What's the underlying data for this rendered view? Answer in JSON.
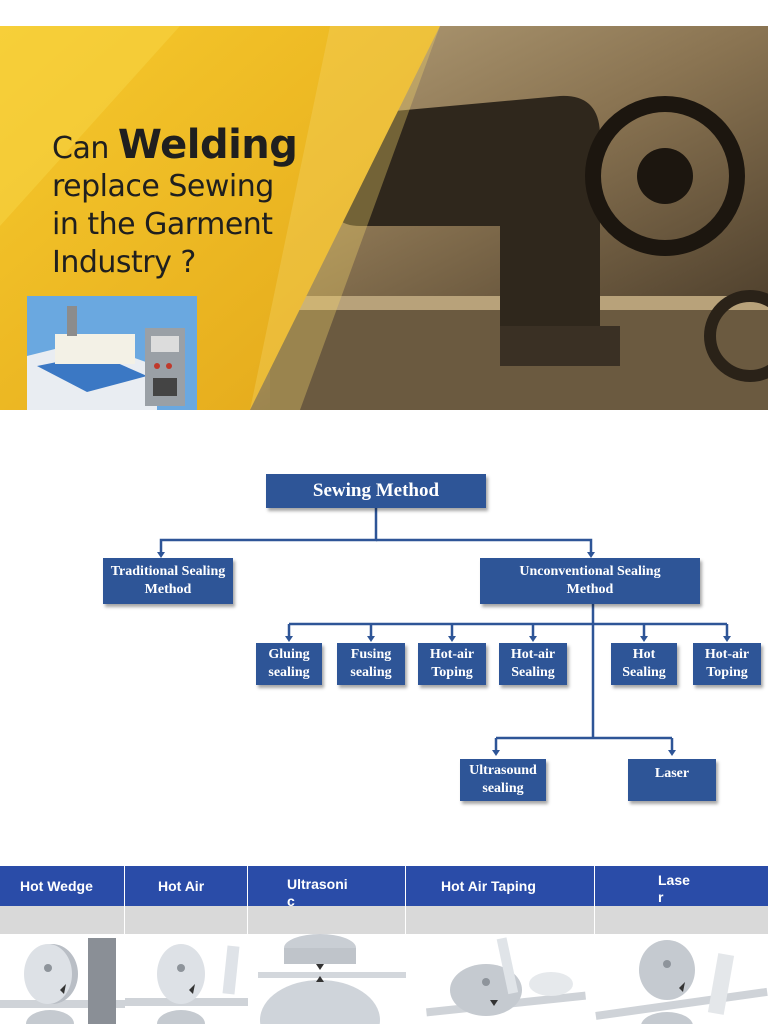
{
  "banner": {
    "headline": {
      "line1_prefix": "Can",
      "line1_bold": "Welding",
      "line2": "replace Sewing",
      "line3": "in the Garment",
      "line4": "Industry ?"
    },
    "colors": {
      "accent": "#f2c12e",
      "dark": "#2a2218"
    }
  },
  "diagram": {
    "root": "Sewing Method",
    "traditional": "Traditional Sealing Method",
    "unconventional": "Unconventional Sealing Method",
    "methods": [
      {
        "line1": "Gluing",
        "line2": "sealing"
      },
      {
        "line1": "Fusing",
        "line2": "sealing"
      },
      {
        "line1": "Hot-air",
        "line2": "Toping"
      },
      {
        "line1": "Hot-air",
        "line2": "Sealing"
      },
      {
        "line1": "Hot",
        "line2": "Sealing"
      },
      {
        "line1": "Hot-air",
        "line2": "Toping"
      }
    ],
    "ultrasound": {
      "line1": "Ultrasound",
      "line2": "sealing"
    },
    "laser": "Laser",
    "colors": {
      "box": "#2e5597",
      "line": "#2e5597"
    }
  },
  "table": {
    "headers": [
      {
        "line1": "Hot Wedge",
        "line2": ""
      },
      {
        "line1": "Hot Air",
        "line2": ""
      },
      {
        "line1": "Ultrasoni",
        "line2": "c"
      },
      {
        "line1": "Hot Air Taping",
        "line2": ""
      },
      {
        "line1": "Lase",
        "line2": "r"
      }
    ],
    "colors": {
      "header": "#2a4ca8",
      "row": "#d9d9d9"
    }
  }
}
